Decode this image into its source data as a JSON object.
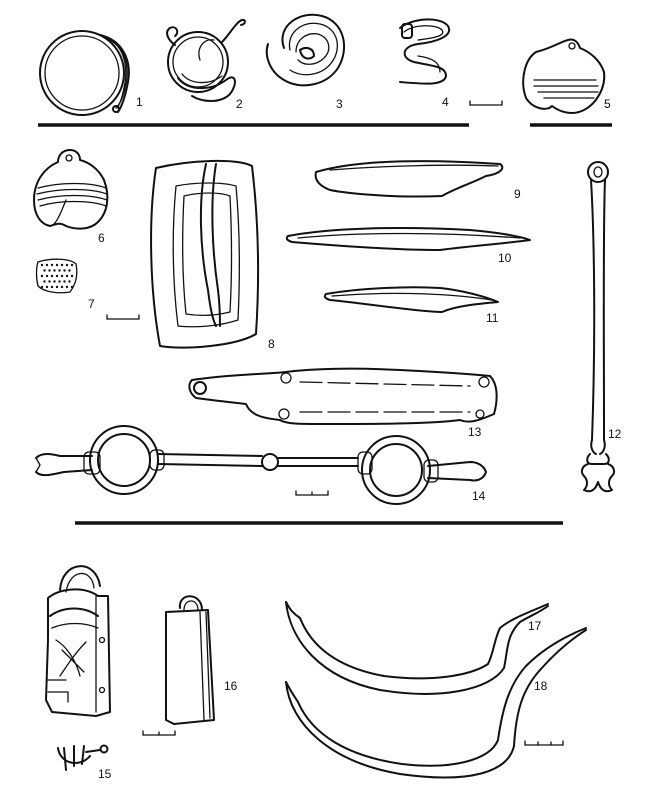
{
  "figure_labels": [
    "1",
    "2",
    "3",
    "4",
    "5",
    "6",
    "7",
    "8",
    "9",
    "10",
    "11",
    "12",
    "13",
    "14",
    "15",
    "16",
    "17",
    "18"
  ]
}
